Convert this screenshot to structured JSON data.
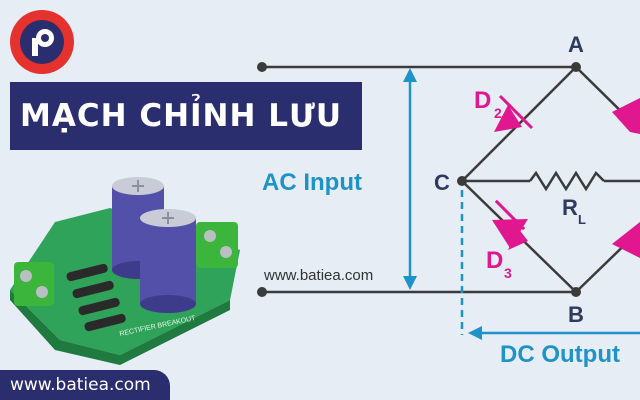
{
  "branding": {
    "logo_name": "batiea-logo",
    "title": "MẠCH CHỈNH LƯU",
    "footer_url": "www.batiea.com"
  },
  "board": {
    "silkscreen_label": "RECTIFIER BREAKOUT"
  },
  "circuit": {
    "node_a": "A",
    "node_b": "B",
    "node_c": "C",
    "diode_d2": "D",
    "diode_d2_sub": "2",
    "diode_d3": "D",
    "diode_d3_sub": "3",
    "resistor": "R",
    "resistor_sub": "L",
    "ac_input": "AC Input",
    "dc_output": "DC Output",
    "watermark_url": "www.batiea.com"
  },
  "colors": {
    "title_bg": "#2b2e6e",
    "wire": "#3b3b3b",
    "blue_label": "#1f93c8",
    "diode": "#e0178f",
    "node_label": "#2f3a5f",
    "logo_red": "#e5322f"
  }
}
